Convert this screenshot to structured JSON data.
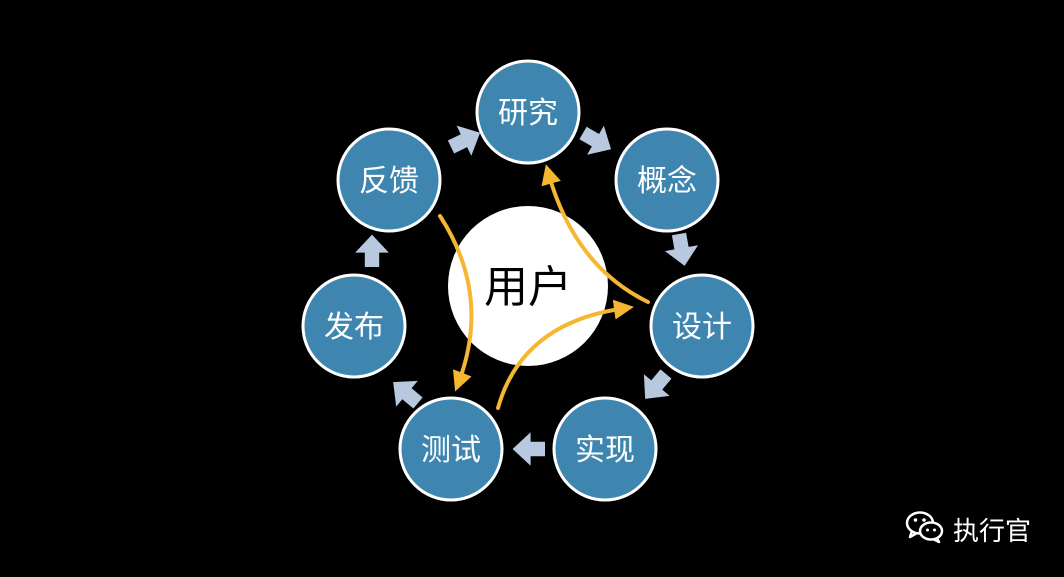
{
  "diagram": {
    "center": {
      "label": "用户"
    },
    "nodes": [
      {
        "id": "research",
        "label": "研究"
      },
      {
        "id": "concept",
        "label": "概念"
      },
      {
        "id": "design",
        "label": "设计"
      },
      {
        "id": "implement",
        "label": "实现"
      },
      {
        "id": "test",
        "label": "测试"
      },
      {
        "id": "release",
        "label": "发布"
      },
      {
        "id": "feedback",
        "label": "反馈"
      }
    ],
    "colors": {
      "node_fill": "#3e86b0",
      "node_stroke": "#ffffff",
      "center_fill": "#ffffff",
      "arrow_fill": "#b8c8de",
      "curve_color": "#f5b731",
      "background": "#000000"
    }
  },
  "watermark": {
    "icon": "wechat-icon",
    "text": "执行官"
  }
}
